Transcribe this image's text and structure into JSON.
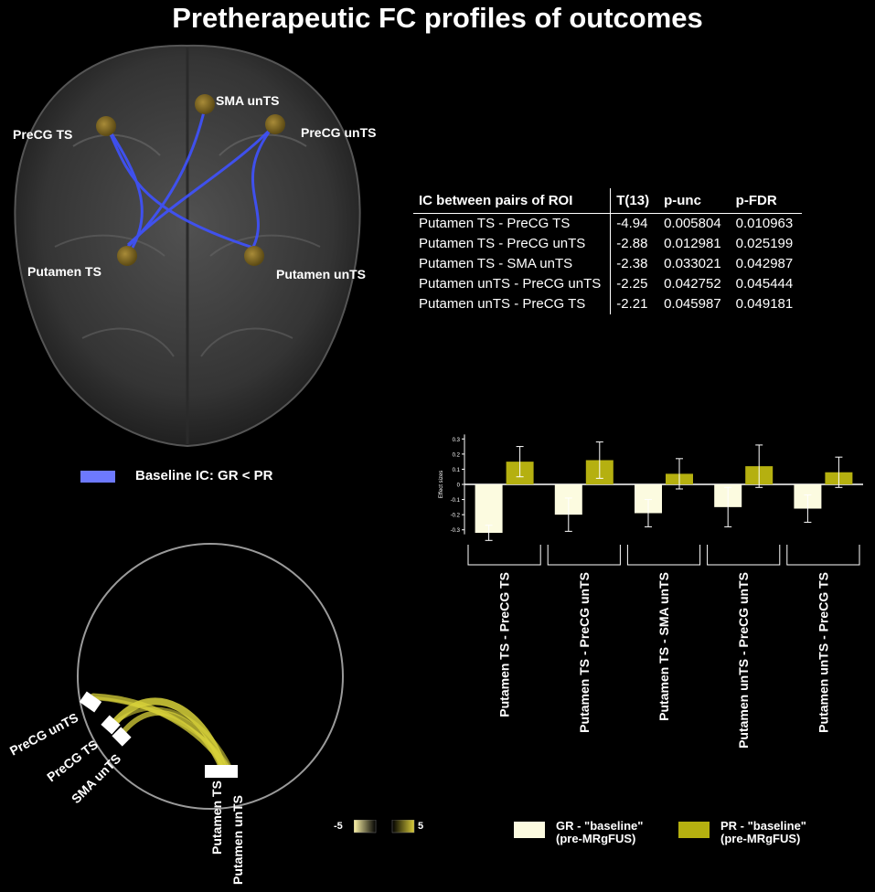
{
  "title": "Pretherapeutic FC profiles of outcomes",
  "brain": {
    "labels": {
      "sma_unts": "SMA unTS",
      "precg_ts": "PreCG TS",
      "precg_unts": "PreCG unTS",
      "putamen_ts": "Putamen TS",
      "putamen_unts": "Putamen unTS"
    },
    "edge_color": "#3f52ff",
    "node_color": "#7a6420"
  },
  "table": {
    "headers": [
      "IC between pairs of ROI",
      "T(13)",
      "p-unc",
      "p-FDR"
    ],
    "rows": [
      [
        "Putamen TS - PreCG TS",
        "-4.94",
        "0.005804",
        "0.010963"
      ],
      [
        "Putamen TS - PreCG unTS",
        "-2.88",
        "0.012981",
        "0.025199"
      ],
      [
        "Putamen TS - SMA unTS",
        "-2.38",
        "0.033021",
        "0.042987"
      ],
      [
        "Putamen unTS - PreCG unTS",
        "-2.25",
        "0.042752",
        "0.045444"
      ],
      [
        "Putamen unTS - PreCG TS",
        "-2.21",
        "0.045987",
        "0.049181"
      ]
    ]
  },
  "ic_legend": {
    "label": "Baseline IC: GR < PR",
    "color": "#6d79ff"
  },
  "circle": {
    "labels": [
      "PreCG unTS",
      "PreCG TS",
      "SMA unTS",
      "Putamen TS",
      "Putamen unTS"
    ]
  },
  "colorbar": {
    "min": "-5",
    "max": "5"
  },
  "chart_data": {
    "type": "bar",
    "categories": [
      "Putamen TS - PreCG TS",
      "Putamen TS - PreCG unTS",
      "Putamen TS - SMA unTS",
      "Putamen unTS - PreCG unTS",
      "Putamen unTS - PreCG TS"
    ],
    "series": [
      {
        "name": "GR - \"baseline\" (pre-MRgFUS)",
        "values": [
          -0.32,
          -0.2,
          -0.19,
          -0.15,
          -0.16
        ],
        "errors": [
          0.05,
          0.11,
          0.09,
          0.13,
          0.09
        ],
        "color": "#fcfbe0"
      },
      {
        "name": "PR - \"baseline\" (pre-MRgFUS)",
        "values": [
          0.15,
          0.16,
          0.07,
          0.12,
          0.08
        ],
        "errors": [
          0.1,
          0.12,
          0.1,
          0.14,
          0.1
        ],
        "color": "#b5b010"
      }
    ],
    "ylabel": "Effect sizes",
    "ylim": [
      -0.35,
      0.35
    ],
    "yticks": [
      "0.3",
      "0.2",
      "0.1",
      "0",
      "-0.1",
      "-0.2",
      "-0.3"
    ],
    "legend": [
      {
        "line1": "GR - \"baseline\"",
        "line2": "(pre-MRgFUS)",
        "color": "#fcfbe0"
      },
      {
        "line1": "PR - \"baseline\"",
        "line2": "(pre-MRgFUS)",
        "color": "#b5b010"
      }
    ]
  }
}
